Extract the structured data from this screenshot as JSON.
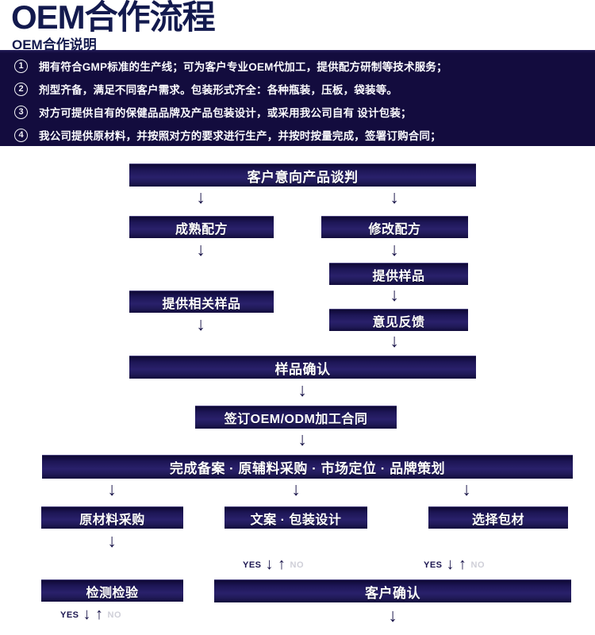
{
  "header": {
    "title": "OEM合作流程",
    "subtitle": "OEM合作说明"
  },
  "info_panel": {
    "background_color": "#130c3e",
    "items": [
      {
        "num": "1",
        "text": "拥有符合GMP标准的生产线；可为客户专业OEM代加工，提供配方研制等技术服务；"
      },
      {
        "num": "2",
        "text": "剂型齐备，满足不同客户需求。包装形式齐全：各种瓶装，压板，袋装等。"
      },
      {
        "num": "3",
        "text": "对方可提供自有的保健品品牌及产品包装设计，或采用我公司自有 设计包装；"
      },
      {
        "num": "4",
        "text": "我公司提供原材料，并按照对方的要求进行生产，并按时按量完成，签署订购合同；"
      }
    ]
  },
  "flow": {
    "accent_color": "#1d1656",
    "arrow_color": "#171248",
    "nodes": [
      {
        "id": "n1",
        "label": "客户意向产品谈判"
      },
      {
        "id": "n2",
        "label": "成熟配方"
      },
      {
        "id": "n3",
        "label": "修改配方"
      },
      {
        "id": "n4",
        "label": "提供样品"
      },
      {
        "id": "n5",
        "label": "提供相关样品"
      },
      {
        "id": "n6",
        "label": "意见反馈"
      },
      {
        "id": "n7",
        "label": "样品确认"
      },
      {
        "id": "n8",
        "label": "签订OEM/ODM加工合同"
      },
      {
        "id": "n9",
        "label": "完成备案 · 原辅料采购 · 市场定位 · 品牌策划"
      },
      {
        "id": "n10",
        "label": "原材料采购"
      },
      {
        "id": "n11",
        "label": "文案 · 包装设计"
      },
      {
        "id": "n12",
        "label": "选择包材"
      },
      {
        "id": "n13",
        "label": "检测检验"
      },
      {
        "id": "n14",
        "label": "客户确认"
      }
    ],
    "decisions": [
      {
        "id": "d1",
        "yes": "YES",
        "no": "NO"
      },
      {
        "id": "d2",
        "yes": "YES",
        "no": "NO"
      },
      {
        "id": "d3",
        "yes": "YES",
        "no": "NO"
      }
    ],
    "arrow_down_glyph": "↓",
    "arrow_up_glyph": "↑"
  }
}
